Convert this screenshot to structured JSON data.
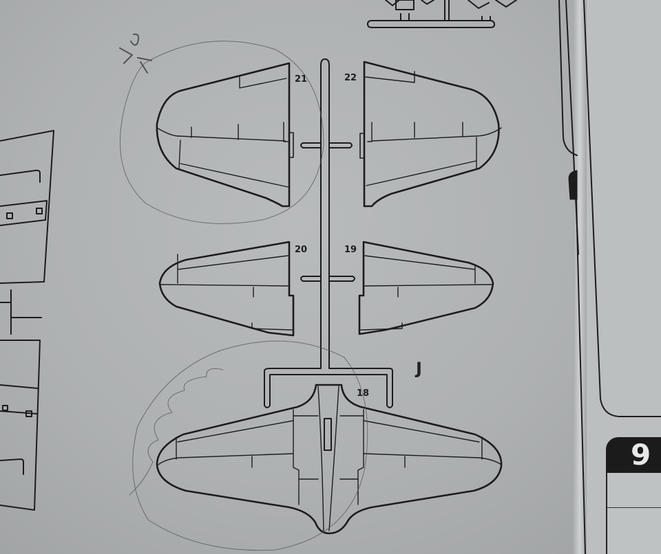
{
  "page": {
    "type": "model kit instruction sheet (photo)",
    "paper_color": "#b0b3b4",
    "ink_color": "#1c1c1c"
  },
  "sprue": {
    "letter": "J"
  },
  "parts": [
    {
      "number": "21",
      "description": "left horizontal stabilizer"
    },
    {
      "number": "22",
      "description": "right horizontal stabilizer"
    },
    {
      "number": "20",
      "description": "left outer wing panel"
    },
    {
      "number": "19",
      "description": "right outer wing panel"
    },
    {
      "number": "18",
      "description": "lower wing / fuselage section"
    }
  ],
  "step_badge": {
    "number": "9"
  },
  "annotations": {
    "handwritten_mark": "pencil scribble near part 21",
    "circles": [
      "pencil circle around part 21",
      "pencil circle around part 18"
    ]
  }
}
